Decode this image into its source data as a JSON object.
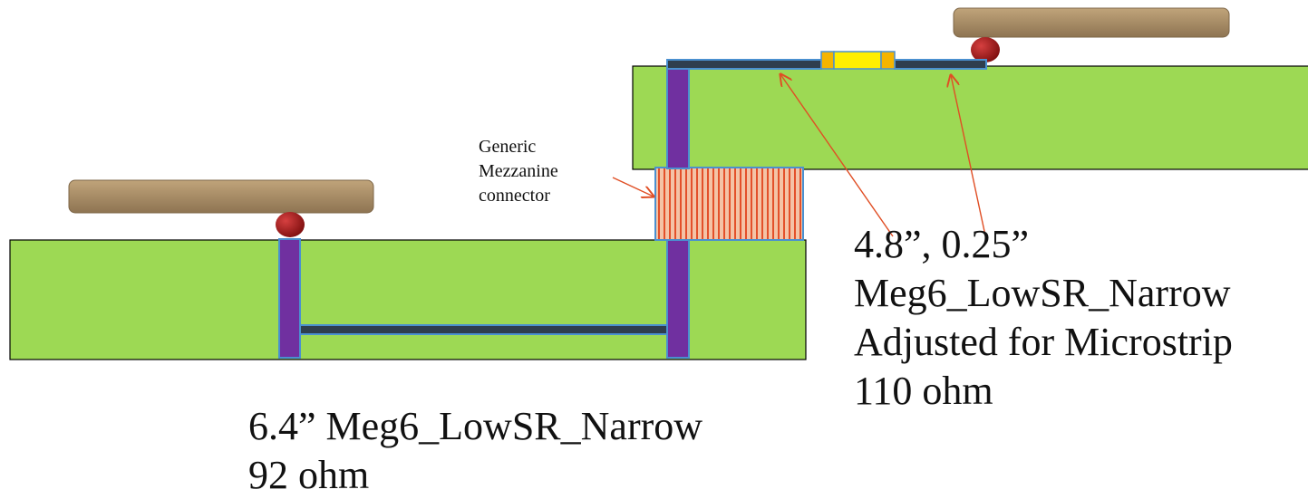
{
  "labels": {
    "connector": [
      "Generic",
      "Mezzanine",
      "connector"
    ],
    "upper_trace": [
      "4.8”, 0.25”",
      "Meg6_LowSR_Narrow",
      "Adjusted for Microstrip",
      "110 ohm"
    ],
    "lower_trace": [
      "6.4” Meg6_LowSR_Narrow",
      "92 ohm"
    ]
  },
  "colors": {
    "board_fill": "#9dd954",
    "via_fill": "#7030a0",
    "via_outline": "#4a90d0",
    "trace_fill": "#2f3e4e",
    "component_fill": "#a58a63",
    "component_dark": "#7d6647",
    "solder_ball": "#a81c1c",
    "connector_fill": "#f4c3a6",
    "connector_stripe": "#e3502a",
    "resistor_body": "#ffef00",
    "resistor_cap": "#f5b400",
    "arrow": "#e04e24"
  }
}
